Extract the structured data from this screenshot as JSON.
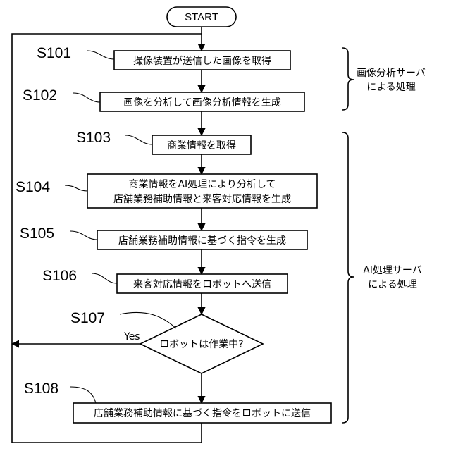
{
  "start": "START",
  "steps": {
    "s101": {
      "id": "S101",
      "text": "撮像装置が送信した画像を取得"
    },
    "s102": {
      "id": "S102",
      "text": "画像を分析して画像分析情報を生成"
    },
    "s103": {
      "id": "S103",
      "text": "商業情報を取得"
    },
    "s104": {
      "id": "S104",
      "line1": "商業情報をAI処理により分析して",
      "line2": "店舗業務補助情報と来客対応情報を生成"
    },
    "s105": {
      "id": "S105",
      "text": "店舗業務補助情報に基づく指令を生成"
    },
    "s106": {
      "id": "S106",
      "text": "来客対応情報をロボットへ送信"
    },
    "s107": {
      "id": "S107",
      "text": "ロボットは作業中?",
      "yes": "Yes"
    },
    "s108": {
      "id": "S108",
      "text": "店舗業務補助情報に基づく指令をロボットに送信"
    }
  },
  "groups": {
    "image_server": {
      "line1": "画像分析サーバ",
      "line2": "による処理"
    },
    "ai_server": {
      "line1": "AI処理サーバ",
      "line2": "による処理"
    }
  }
}
